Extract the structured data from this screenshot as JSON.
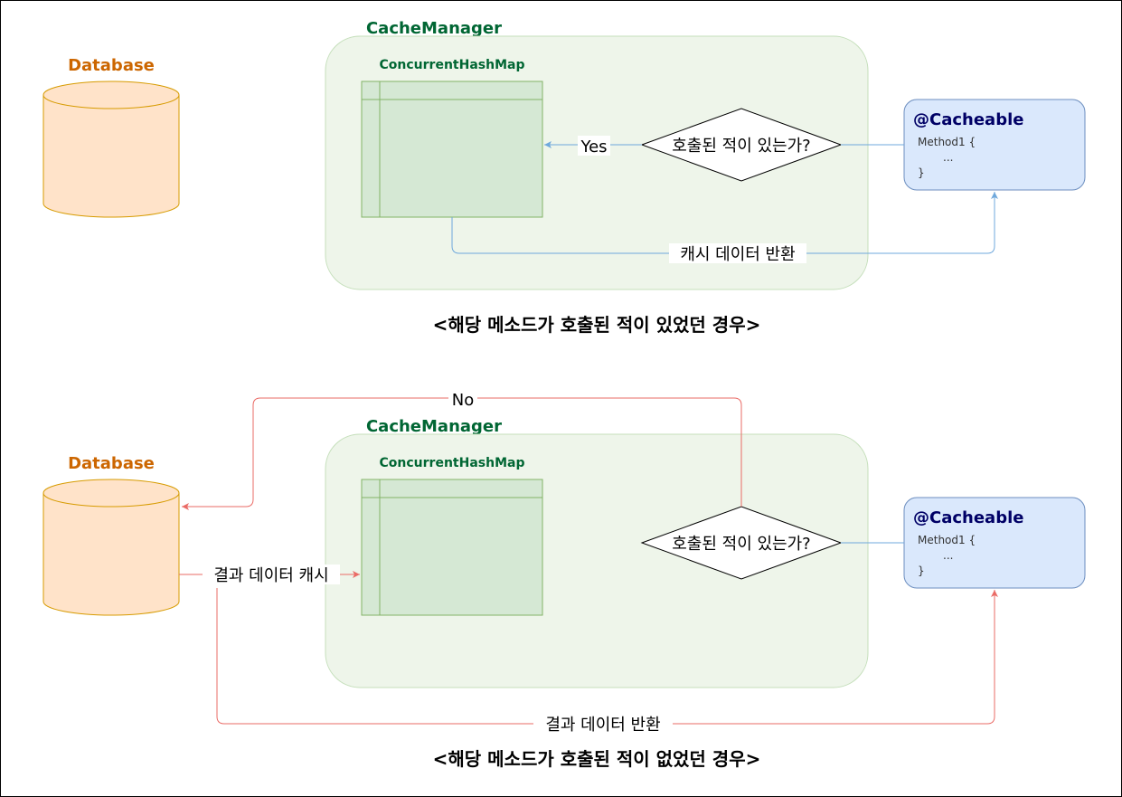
{
  "scenario_cached": {
    "database_label": "Database",
    "cache_manager_label": "CacheManager",
    "map_label": "ConcurrentHashMap",
    "decision_text": "호출된 적이 있는가?",
    "yes_label": "Yes",
    "annotation": {
      "title": "@Cacheable",
      "line1": "Method1 {",
      "line2": "...",
      "line3": "}"
    },
    "return_label": "캐시 데이터 반환",
    "caption": "<해당 메소드가 호출된 적이 있었던 경우>"
  },
  "scenario_uncached": {
    "database_label": "Database",
    "cache_manager_label": "CacheManager",
    "map_label": "ConcurrentHashMap",
    "decision_text": "호출된 적이 있는가?",
    "no_label": "No",
    "annotation": {
      "title": "@Cacheable",
      "line1": "Method1 {",
      "line2": "...",
      "line3": "}"
    },
    "cache_result_label": "결과 데이터 캐시",
    "return_label": "결과 데이터 반환",
    "caption": "<해당 메소드가 호출된 적이 없었던 경우>"
  },
  "colors": {
    "hit_edge": "#6fa8dc",
    "miss_edge": "#ea6b66",
    "database_fill": "#ffe3c9",
    "cache_manager_fill": "#eef5ea",
    "map_fill": "#d5e8d4",
    "annotation_fill": "#dae8fc"
  }
}
